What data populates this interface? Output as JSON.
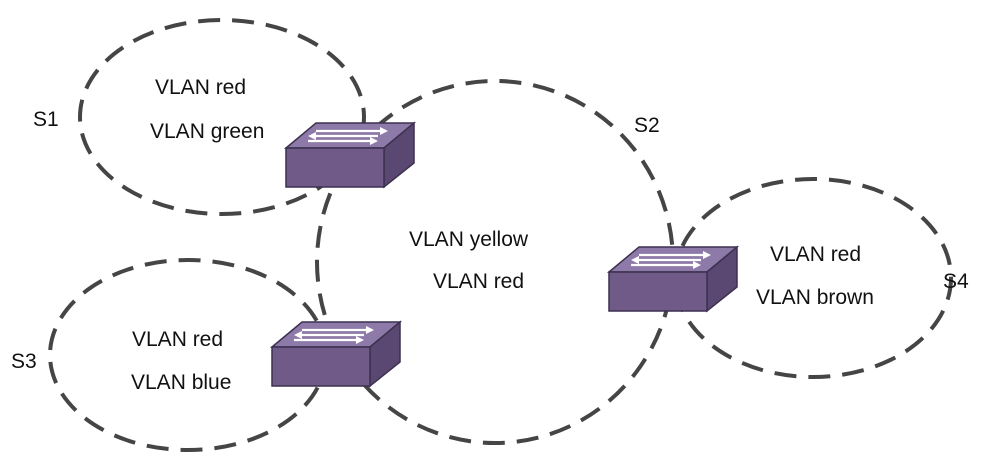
{
  "rings": [
    {
      "id": "S1",
      "label": "S1",
      "vlans": [
        "VLAN red",
        "VLAN green"
      ]
    },
    {
      "id": "S2",
      "label": "S2",
      "vlans": [
        "VLAN yellow",
        "VLAN red"
      ]
    },
    {
      "id": "S3",
      "label": "S3",
      "vlans": [
        "VLAN red",
        "VLAN blue"
      ]
    },
    {
      "id": "S4",
      "label": "S4",
      "vlans": [
        "VLAN red",
        "VLAN brown"
      ]
    }
  ],
  "colors": {
    "ring_stroke": "#454545",
    "switch_front": "#6f5a88",
    "switch_top": "#8e7aa8",
    "switch_side": "#5a4872"
  },
  "icons": {
    "switch": "network-switch-icon"
  }
}
